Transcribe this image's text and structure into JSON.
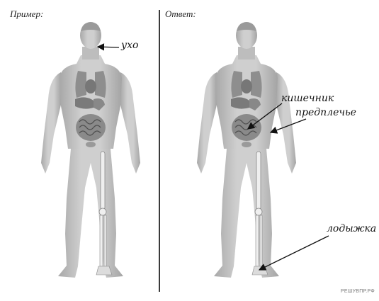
{
  "left_panel": {
    "heading": "Пример:",
    "labels": {
      "ear": "ухо"
    }
  },
  "right_panel": {
    "heading": "Ответ:",
    "labels": {
      "intestine": "кишечник",
      "forearm": "предплечье",
      "ankle": "лодыжка"
    }
  },
  "watermark": "РЕШУВПР.РФ",
  "colors": {
    "body": "#c2c2c2",
    "organs": "#8e8e8e",
    "bone": "#efefef",
    "ink": "#111111"
  }
}
